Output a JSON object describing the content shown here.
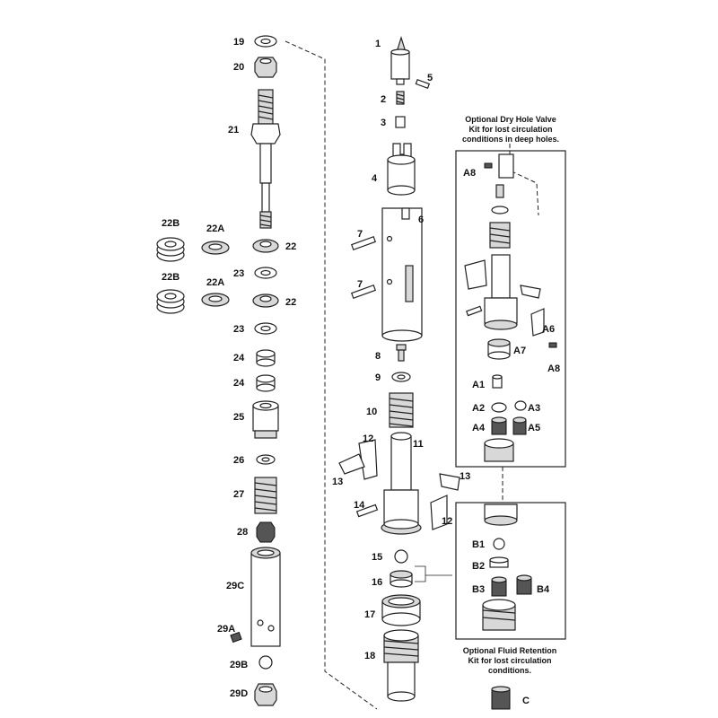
{
  "labels": {
    "p19": "19",
    "p20": "20",
    "p21": "21",
    "p22b_1": "22B",
    "p22a_1": "22A",
    "p22_1": "22",
    "p23_1": "23",
    "p22b_2": "22B",
    "p22a_2": "22A",
    "p22_2": "22",
    "p23_2": "23",
    "p24_1": "24",
    "p24_2": "24",
    "p25": "25",
    "p26": "26",
    "p27": "27",
    "p28": "28",
    "p29c": "29C",
    "p29a": "29A",
    "p29b": "29B",
    "p29d": "29D",
    "p1": "1",
    "p2": "2",
    "p3": "3",
    "p4": "4",
    "p5": "5",
    "p6": "6",
    "p7_1": "7",
    "p7_2": "7",
    "p8": "8",
    "p9": "9",
    "p10": "10",
    "p11": "11",
    "p12_1": "12",
    "p12_2": "12",
    "p13_1": "13",
    "p13_2": "13",
    "p14": "14",
    "p15": "15",
    "p16": "16",
    "p17": "17",
    "p18": "18",
    "a1": "A1",
    "a2": "A2",
    "a3": "A3",
    "a4": "A4",
    "a5": "A5",
    "a6": "A6",
    "a7": "A7",
    "a8_1": "A8",
    "a8_2": "A8",
    "b1": "B1",
    "b2": "B2",
    "b3": "B3",
    "b4": "B4",
    "c": "C"
  },
  "notes": {
    "dry_hole": [
      "Optional Dry Hole Valve",
      "Kit for lost circulation",
      "conditions in deep holes."
    ],
    "fluid_retention": [
      "Optional Fluid Retention",
      "Kit for lost circulation",
      "conditions."
    ]
  }
}
